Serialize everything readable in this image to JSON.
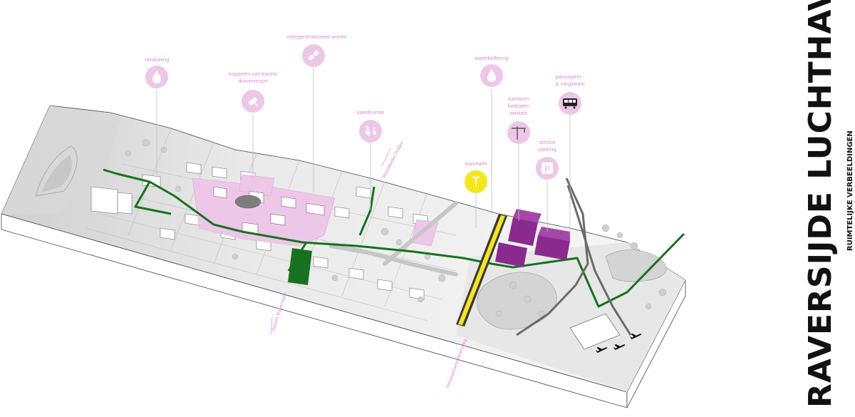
{
  "title": "RAVERSIJDE LUCHTHAVEN",
  "subtitle": "RUIMTELIJKE VERBEELDINGEN",
  "colors": {
    "pink": "#edc7e8",
    "pink_text": "#d98fd0",
    "green": "#17721f",
    "purple": "#8a2a8f",
    "yellow": "#f5e61a",
    "grey_road": "#c9c9c9"
  },
  "pins": [
    {
      "id": "verduining",
      "label": "verduining",
      "icon": "water-drop-icon"
    },
    {
      "id": "koppelen",
      "label_line1": "koppelen van kavels",
      "label_line2": "duinenresort",
      "icon": "paint-roller-icon"
    },
    {
      "id": "intergeneratief",
      "label": "intergenerationeel wonen",
      "icon": "pills-icon"
    },
    {
      "id": "speelruimte",
      "label": "speelruimte",
      "icon": "child-play-icon"
    },
    {
      "id": "waterbuffering",
      "label": "waterbuffering",
      "icon": "water-drop-icon"
    },
    {
      "id": "kantoren",
      "label_line1": "kantoren",
      "label_line2": "bedrijven",
      "label_line3": "winkels",
      "icon": "crane-icon"
    },
    {
      "id": "tram",
      "label_line1": "passagiers -",
      "label_line2": "& cargotram",
      "icon": "tram-icon"
    },
    {
      "id": "parking",
      "label_line1": "service",
      "label_line2": "parking",
      "icon_text": "P",
      "icon": "parking-icon"
    },
    {
      "id": "tramhalte",
      "label": "tramhalte",
      "icon_text": "T",
      "icon": "tram-stop-icon"
    }
  ],
  "axis_labels": {
    "mariakerke": "Mariakerke Polder",
    "duinen": "duinen Raversijde",
    "nieuwpoort": "Nieuwpoortsesteenweg"
  }
}
